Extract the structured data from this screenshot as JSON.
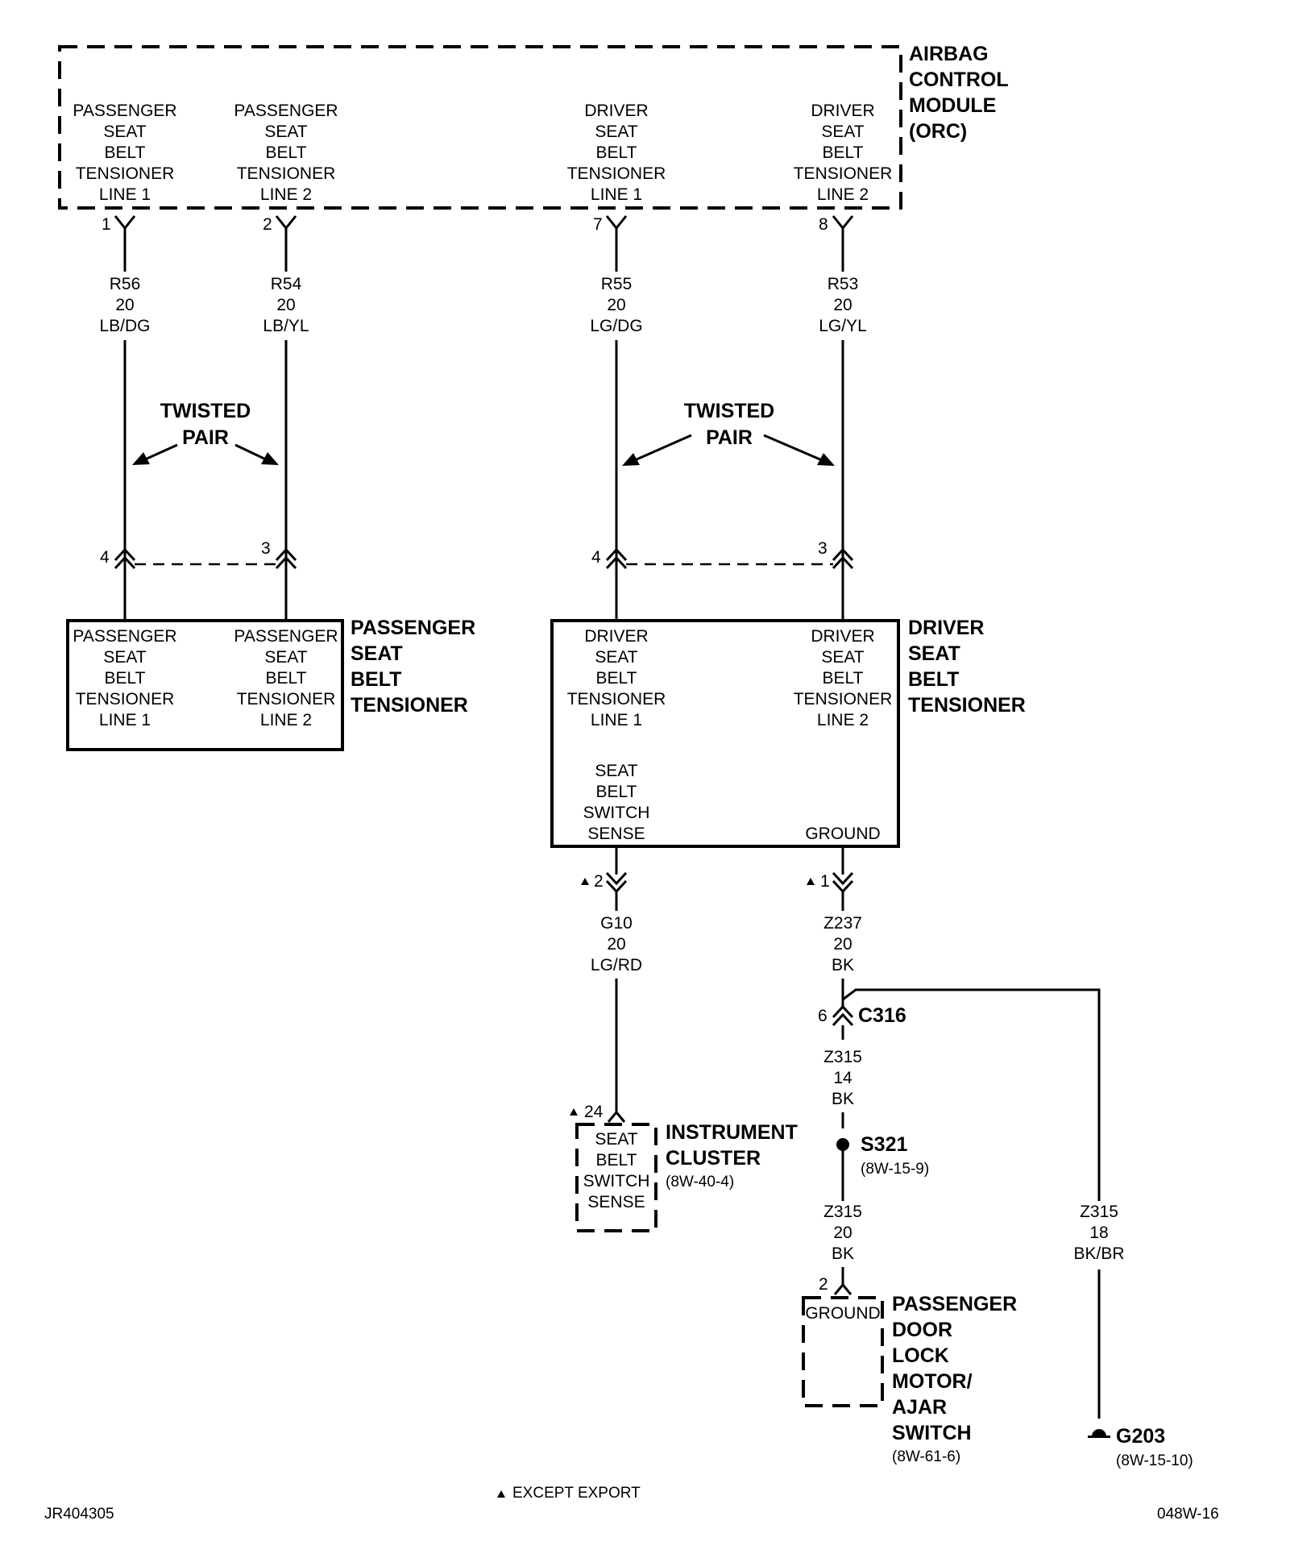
{
  "acm": {
    "title": [
      "AIRBAG",
      "CONTROL",
      "MODULE",
      "(ORC)"
    ],
    "pins": [
      {
        "label": [
          "PASSENGER",
          "SEAT",
          "BELT",
          "TENSIONER",
          "LINE 1"
        ],
        "pin": "1",
        "wire": [
          "R56",
          "20",
          "LB/DG"
        ]
      },
      {
        "label": [
          "PASSENGER",
          "SEAT",
          "BELT",
          "TENSIONER",
          "LINE 2"
        ],
        "pin": "2",
        "wire": [
          "R54",
          "20",
          "LB/YL"
        ]
      },
      {
        "label": [
          "DRIVER",
          "SEAT",
          "BELT",
          "TENSIONER",
          "LINE 1"
        ],
        "pin": "7",
        "wire": [
          "R55",
          "20",
          "LG/DG"
        ]
      },
      {
        "label": [
          "DRIVER",
          "SEAT",
          "BELT",
          "TENSIONER",
          "LINE 2"
        ],
        "pin": "8",
        "wire": [
          "R53",
          "20",
          "LG/YL"
        ]
      }
    ]
  },
  "twisted_pair": [
    "TWISTED",
    "PAIR"
  ],
  "pass_tensioner": {
    "title": [
      "PASSENGER",
      "SEAT",
      "BELT",
      "TENSIONER"
    ],
    "pins": [
      "4",
      "3"
    ],
    "line1": [
      "PASSENGER",
      "SEAT",
      "BELT",
      "TENSIONER",
      "LINE 1"
    ],
    "line2": [
      "PASSENGER",
      "SEAT",
      "BELT",
      "TENSIONER",
      "LINE 2"
    ]
  },
  "driver_tensioner": {
    "title": [
      "DRIVER",
      "SEAT",
      "BELT",
      "TENSIONER"
    ],
    "pins": [
      "4",
      "3"
    ],
    "line1": [
      "DRIVER",
      "SEAT",
      "BELT",
      "TENSIONER",
      "LINE 1"
    ],
    "line2": [
      "DRIVER",
      "SEAT",
      "BELT",
      "TENSIONER",
      "LINE 2"
    ],
    "switch_sense": [
      "SEAT",
      "BELT",
      "SWITCH",
      "SENSE"
    ],
    "ground": "GROUND",
    "pin_sense": "2",
    "pin_ground": "1"
  },
  "wire_g10": [
    "G10",
    "20",
    "LG/RD"
  ],
  "wire_z237": [
    "Z237",
    "20",
    "BK"
  ],
  "c316": {
    "name": "C316",
    "pin": "6"
  },
  "wire_z315_14": [
    "Z315",
    "14",
    "BK"
  ],
  "s321": {
    "name": "S321",
    "ref": "(8W-15-9)"
  },
  "wire_z315_20": [
    "Z315",
    "20",
    "BK"
  ],
  "wire_z315_18": [
    "Z315",
    "18",
    "BK/BR"
  ],
  "instrument_cluster": {
    "pin": "24",
    "inner": [
      "SEAT",
      "BELT",
      "SWITCH",
      "SENSE"
    ],
    "title": [
      "INSTRUMENT",
      "CLUSTER"
    ],
    "ref": "(8W-40-4)"
  },
  "door_lock": {
    "pin": "2",
    "inner": "GROUND",
    "title": [
      "PASSENGER",
      "DOOR",
      "LOCK",
      "MOTOR/",
      "AJAR",
      "SWITCH"
    ],
    "ref": "(8W-61-6)"
  },
  "g203": {
    "name": "G203",
    "ref": "(8W-15-10)"
  },
  "legend": "EXCEPT EXPORT",
  "footer_left": "JR404305",
  "footer_right": "048W-16"
}
